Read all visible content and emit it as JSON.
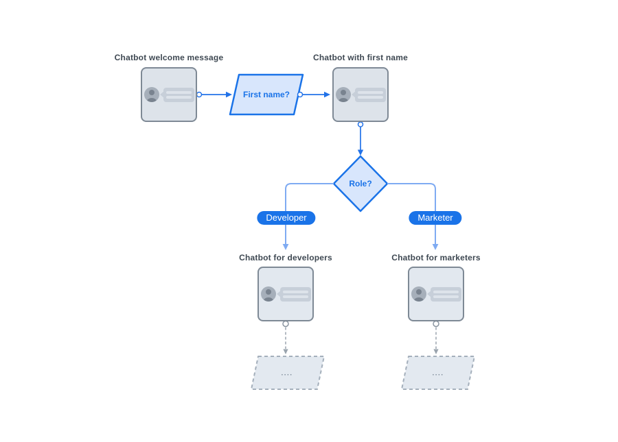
{
  "diagram": {
    "nodes": {
      "welcome_label": "Chatbot welcome message",
      "first_name_question": "First name?",
      "with_first_name_label": "Chatbot with first name",
      "role_question": "Role?",
      "developer_branch": "Developer",
      "marketer_branch": "Marketer",
      "developers_label": "Chatbot for developers",
      "marketers_label": "Chatbot for marketers",
      "developers_placeholder": "....",
      "marketers_placeholder": "...."
    },
    "colors": {
      "accent_blue": "#1a73e8",
      "connector_blue": "#2272e8",
      "branch_blue": "#7fabf2",
      "light_blue_fill": "#d8e6fc",
      "card_fill": "#dde3ea",
      "card_border": "#7e8995",
      "label_text": "#3e4852",
      "dashed_gray": "#9aa4ae",
      "placeholder_fill": "#e3e9f0"
    }
  }
}
